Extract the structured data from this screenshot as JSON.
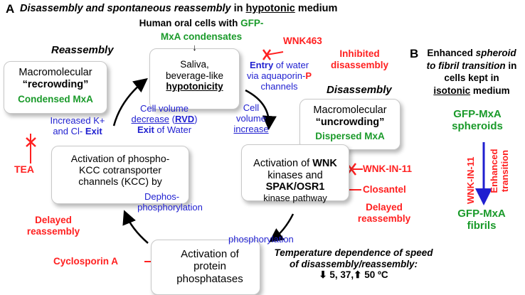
{
  "panel_a": {
    "letter": "A",
    "title_part1": "Disassembly and spontaneous reassembly",
    "title_part2": " in ",
    "title_part3": "hypotonic",
    "title_part4": " medium",
    "cells_line1a": "Human oral cells with ",
    "cells_line1b": "GFP-",
    "cells_line2": "MxA condensates",
    "down_arrow": "↓",
    "reassembly_heading": "Reassembly",
    "disassembly_heading": "Disassembly",
    "box_saliva": {
      "line1": "Saliva,",
      "line2": "beverage-like",
      "line3": "hypotonicity"
    },
    "box_recrowding": {
      "line1": "Macromolecular",
      "line2": "“recrowding”",
      "line3": "Condensed MxA"
    },
    "box_uncrowding": {
      "line1": "Macromolecular",
      "line2": "“uncrowding”",
      "line3": "Dispersed MxA"
    },
    "box_kcc": {
      "line1": "Activation of phospho-",
      "line2": "KCC cotransporter",
      "line3": "channels (KCC) by"
    },
    "dephos": {
      "line1": "Dephos-",
      "line2": "phosphorylation"
    },
    "box_wnk": {
      "line1a": "Activation of ",
      "line1b": "WNK",
      "line2": "kinases and",
      "line3": "SPAK/OSR1",
      "line4": "kinase pathway"
    },
    "box_phosphatases": {
      "line1": "Activation of",
      "line2": "protein",
      "line3": "phosphatases"
    },
    "wnk463": "WNK463",
    "inhibited": {
      "line1": "Inhibited",
      "line2": "disassembly"
    },
    "entry": {
      "part1": "Entry",
      "part2": " of water",
      "line2a": "via aquaporin-",
      "line2b": "P",
      "line3": "channels"
    },
    "cell_volume_increase": {
      "line1": "Cell",
      "line2": "volume",
      "line3": "increase"
    },
    "rvd": {
      "line1": "Cell volume",
      "line2a": "decrease",
      "line2b": " (",
      "line2c": "RVD",
      "line2d": ")",
      "line3a": "Exit",
      "line3b": " of Water"
    },
    "ion_exit": {
      "line1": "Increased K+",
      "line2a": "and Cl- ",
      "line2b": "Exit"
    },
    "tea": "TEA",
    "wnk_in_11": "WNK-IN-11",
    "closantel": "Closantel",
    "delayed_reassembly_right": {
      "line1": "Delayed",
      "line2": "reassembly"
    },
    "delayed_reassembly_left": {
      "line1": "Delayed",
      "line2": "reassembly"
    },
    "phosphorylation": "phosphorylation",
    "cyclosporin": "Cyclosporin A",
    "temperature": {
      "line1": "Temperature dependence of speed",
      "line2": "of disassembly/reassembly:",
      "line3": "⬇ 5, 37,⬆ 50 ºC"
    }
  },
  "panel_b": {
    "letter": "B",
    "title_line1a": "Enhanced ",
    "title_line1b": "spheroid",
    "title_line2a": "to fibril transition",
    "title_line2b": " in",
    "title_line3": "cells kept in",
    "title_line4a": "isotonic",
    "title_line4b": " medium",
    "spheroids_line1": "GFP-MxA",
    "spheroids_line2": "spheroids",
    "fibrils_line1": "GFP-MxA",
    "fibrils_line2": "fibrils",
    "wnk_in_11": "WNK-IN-11",
    "enhanced": "Enhanced",
    "transition": "transition"
  },
  "colors": {
    "red": "#ff2020",
    "blue": "#1f1fd0",
    "green": "#1a9a2a",
    "black": "#000000"
  }
}
